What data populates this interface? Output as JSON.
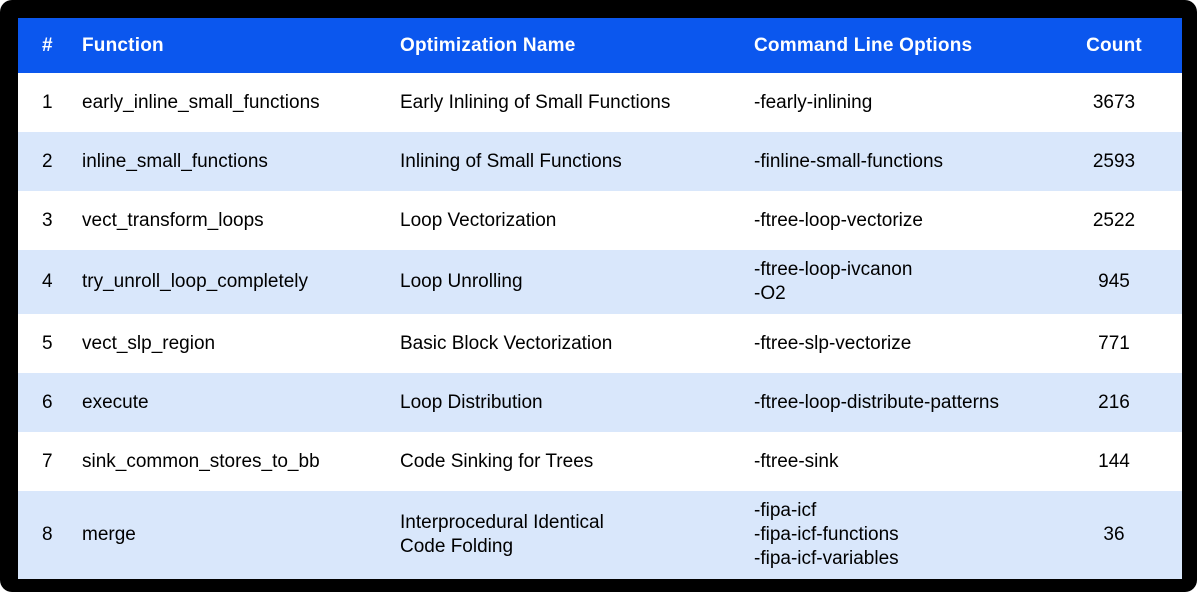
{
  "chart_data": {
    "type": "table",
    "columns": [
      "#",
      "Function",
      "Optimization Name",
      "Command Line Options",
      "Count"
    ],
    "rows": [
      {
        "num": "1",
        "function": "early_inline_small_functions",
        "optimization_lines": [
          "Early Inlining of Small Functions"
        ],
        "options": [
          "-fearly-inlining"
        ],
        "count": "3673"
      },
      {
        "num": "2",
        "function": "inline_small_functions",
        "optimization_lines": [
          "Inlining of Small Functions"
        ],
        "options": [
          "-finline-small-functions"
        ],
        "count": "2593"
      },
      {
        "num": "3",
        "function": "vect_transform_loops",
        "optimization_lines": [
          "Loop Vectorization"
        ],
        "options": [
          "-ftree-loop-vectorize"
        ],
        "count": "2522"
      },
      {
        "num": "4",
        "function": "try_unroll_loop_completely",
        "optimization_lines": [
          "Loop Unrolling"
        ],
        "options": [
          "-ftree-loop-ivcanon",
          "-O2"
        ],
        "count": "945"
      },
      {
        "num": "5",
        "function": "vect_slp_region",
        "optimization_lines": [
          "Basic Block Vectorization"
        ],
        "options": [
          "-ftree-slp-vectorize"
        ],
        "count": "771"
      },
      {
        "num": "6",
        "function": "execute",
        "optimization_lines": [
          "Loop Distribution"
        ],
        "options": [
          "-ftree-loop-distribute-patterns"
        ],
        "count": "216"
      },
      {
        "num": "7",
        "function": "sink_common_stores_to_bb",
        "optimization_lines": [
          "Code Sinking for Trees"
        ],
        "options": [
          "-ftree-sink"
        ],
        "count": "144"
      },
      {
        "num": "8",
        "function": "merge",
        "optimization_lines": [
          "Interprocedural Identical",
          "Code Folding"
        ],
        "options": [
          "-fipa-icf",
          "-fipa-icf-functions",
          "-fipa-icf-variables"
        ],
        "count": "36"
      }
    ]
  },
  "colors": {
    "frame_bg": "#000000",
    "header_bg": "#0b57ee",
    "header_text": "#ffffff",
    "row_odd_bg": "#ffffff",
    "row_even_bg": "#d9e7fb",
    "body_text": "#000000"
  }
}
